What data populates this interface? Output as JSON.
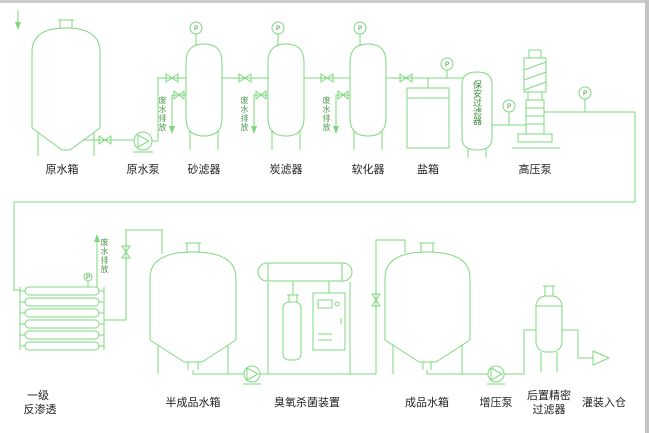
{
  "diagram": {
    "colors": {
      "line": "#7fd87f",
      "label": "#1f1f1f",
      "small_label": "#4f9b4f",
      "frame": "#c9c9c9"
    },
    "equipment": {
      "raw_water_tank": "原水箱",
      "raw_water_pump": "原水泵",
      "sand_filter": "砂滤器",
      "carbon_filter": "炭滤器",
      "softener": "软化器",
      "salt_tank": "盐箱",
      "security_filter": "保安过滤器",
      "high_pressure_pump": "高压泵",
      "ro_stage_line1": "一级",
      "ro_stage_line2": "反渗透",
      "semi_product_tank": "半成品水箱",
      "ozone_sterilizer": "臭氧杀菌装置",
      "product_tank": "成品水箱",
      "booster_pump": "增压泵",
      "post_filter_line1": "后置精密",
      "post_filter_line2": "过滤器",
      "filling": "灌装入仓"
    },
    "annotations": {
      "waste_discharge": "废水排放",
      "pressure_gauge": "P"
    }
  }
}
